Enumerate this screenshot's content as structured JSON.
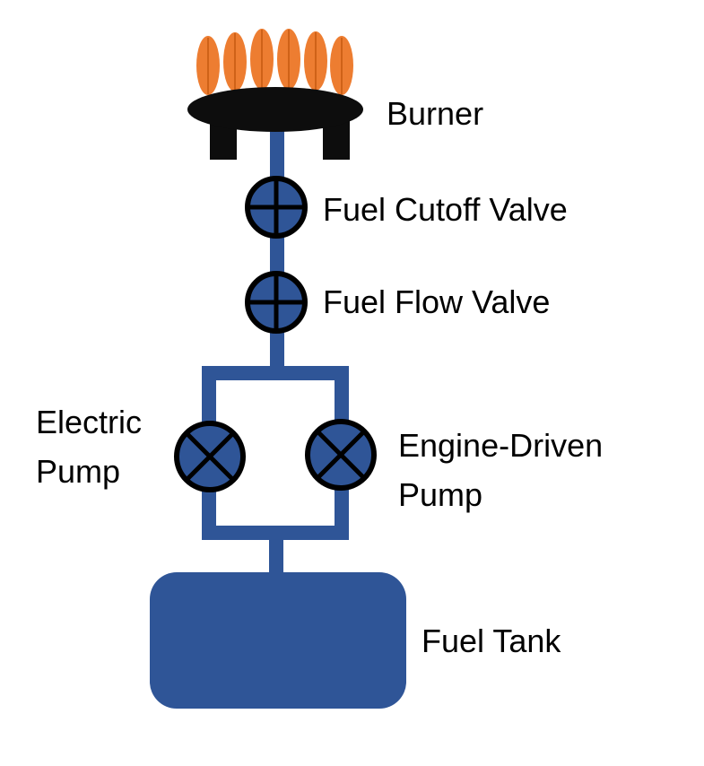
{
  "title": "Fuel System Diagram",
  "colors": {
    "pipe": "#2f5597",
    "flame": "#ed7d31",
    "flame_line": "#c55a11",
    "burner": "#0d0d0d",
    "valve_outline": "#000000"
  },
  "labels": {
    "burner": "Burner",
    "fuel_cutoff_valve": "Fuel Cutoff Valve",
    "fuel_flow_valve": "Fuel Flow Valve",
    "electric_pump_line1": "Electric",
    "electric_pump_line2": "Pump",
    "engine_pump_line1": "Engine-Driven",
    "engine_pump_line2": "Pump",
    "fuel_tank": "Fuel Tank"
  },
  "components": [
    {
      "id": "burner",
      "type": "burner",
      "flames": 6
    },
    {
      "id": "fuel_cutoff_valve",
      "type": "valve"
    },
    {
      "id": "fuel_flow_valve",
      "type": "valve"
    },
    {
      "id": "electric_pump",
      "type": "pump"
    },
    {
      "id": "engine_driven_pump",
      "type": "pump"
    },
    {
      "id": "fuel_tank",
      "type": "tank"
    }
  ]
}
